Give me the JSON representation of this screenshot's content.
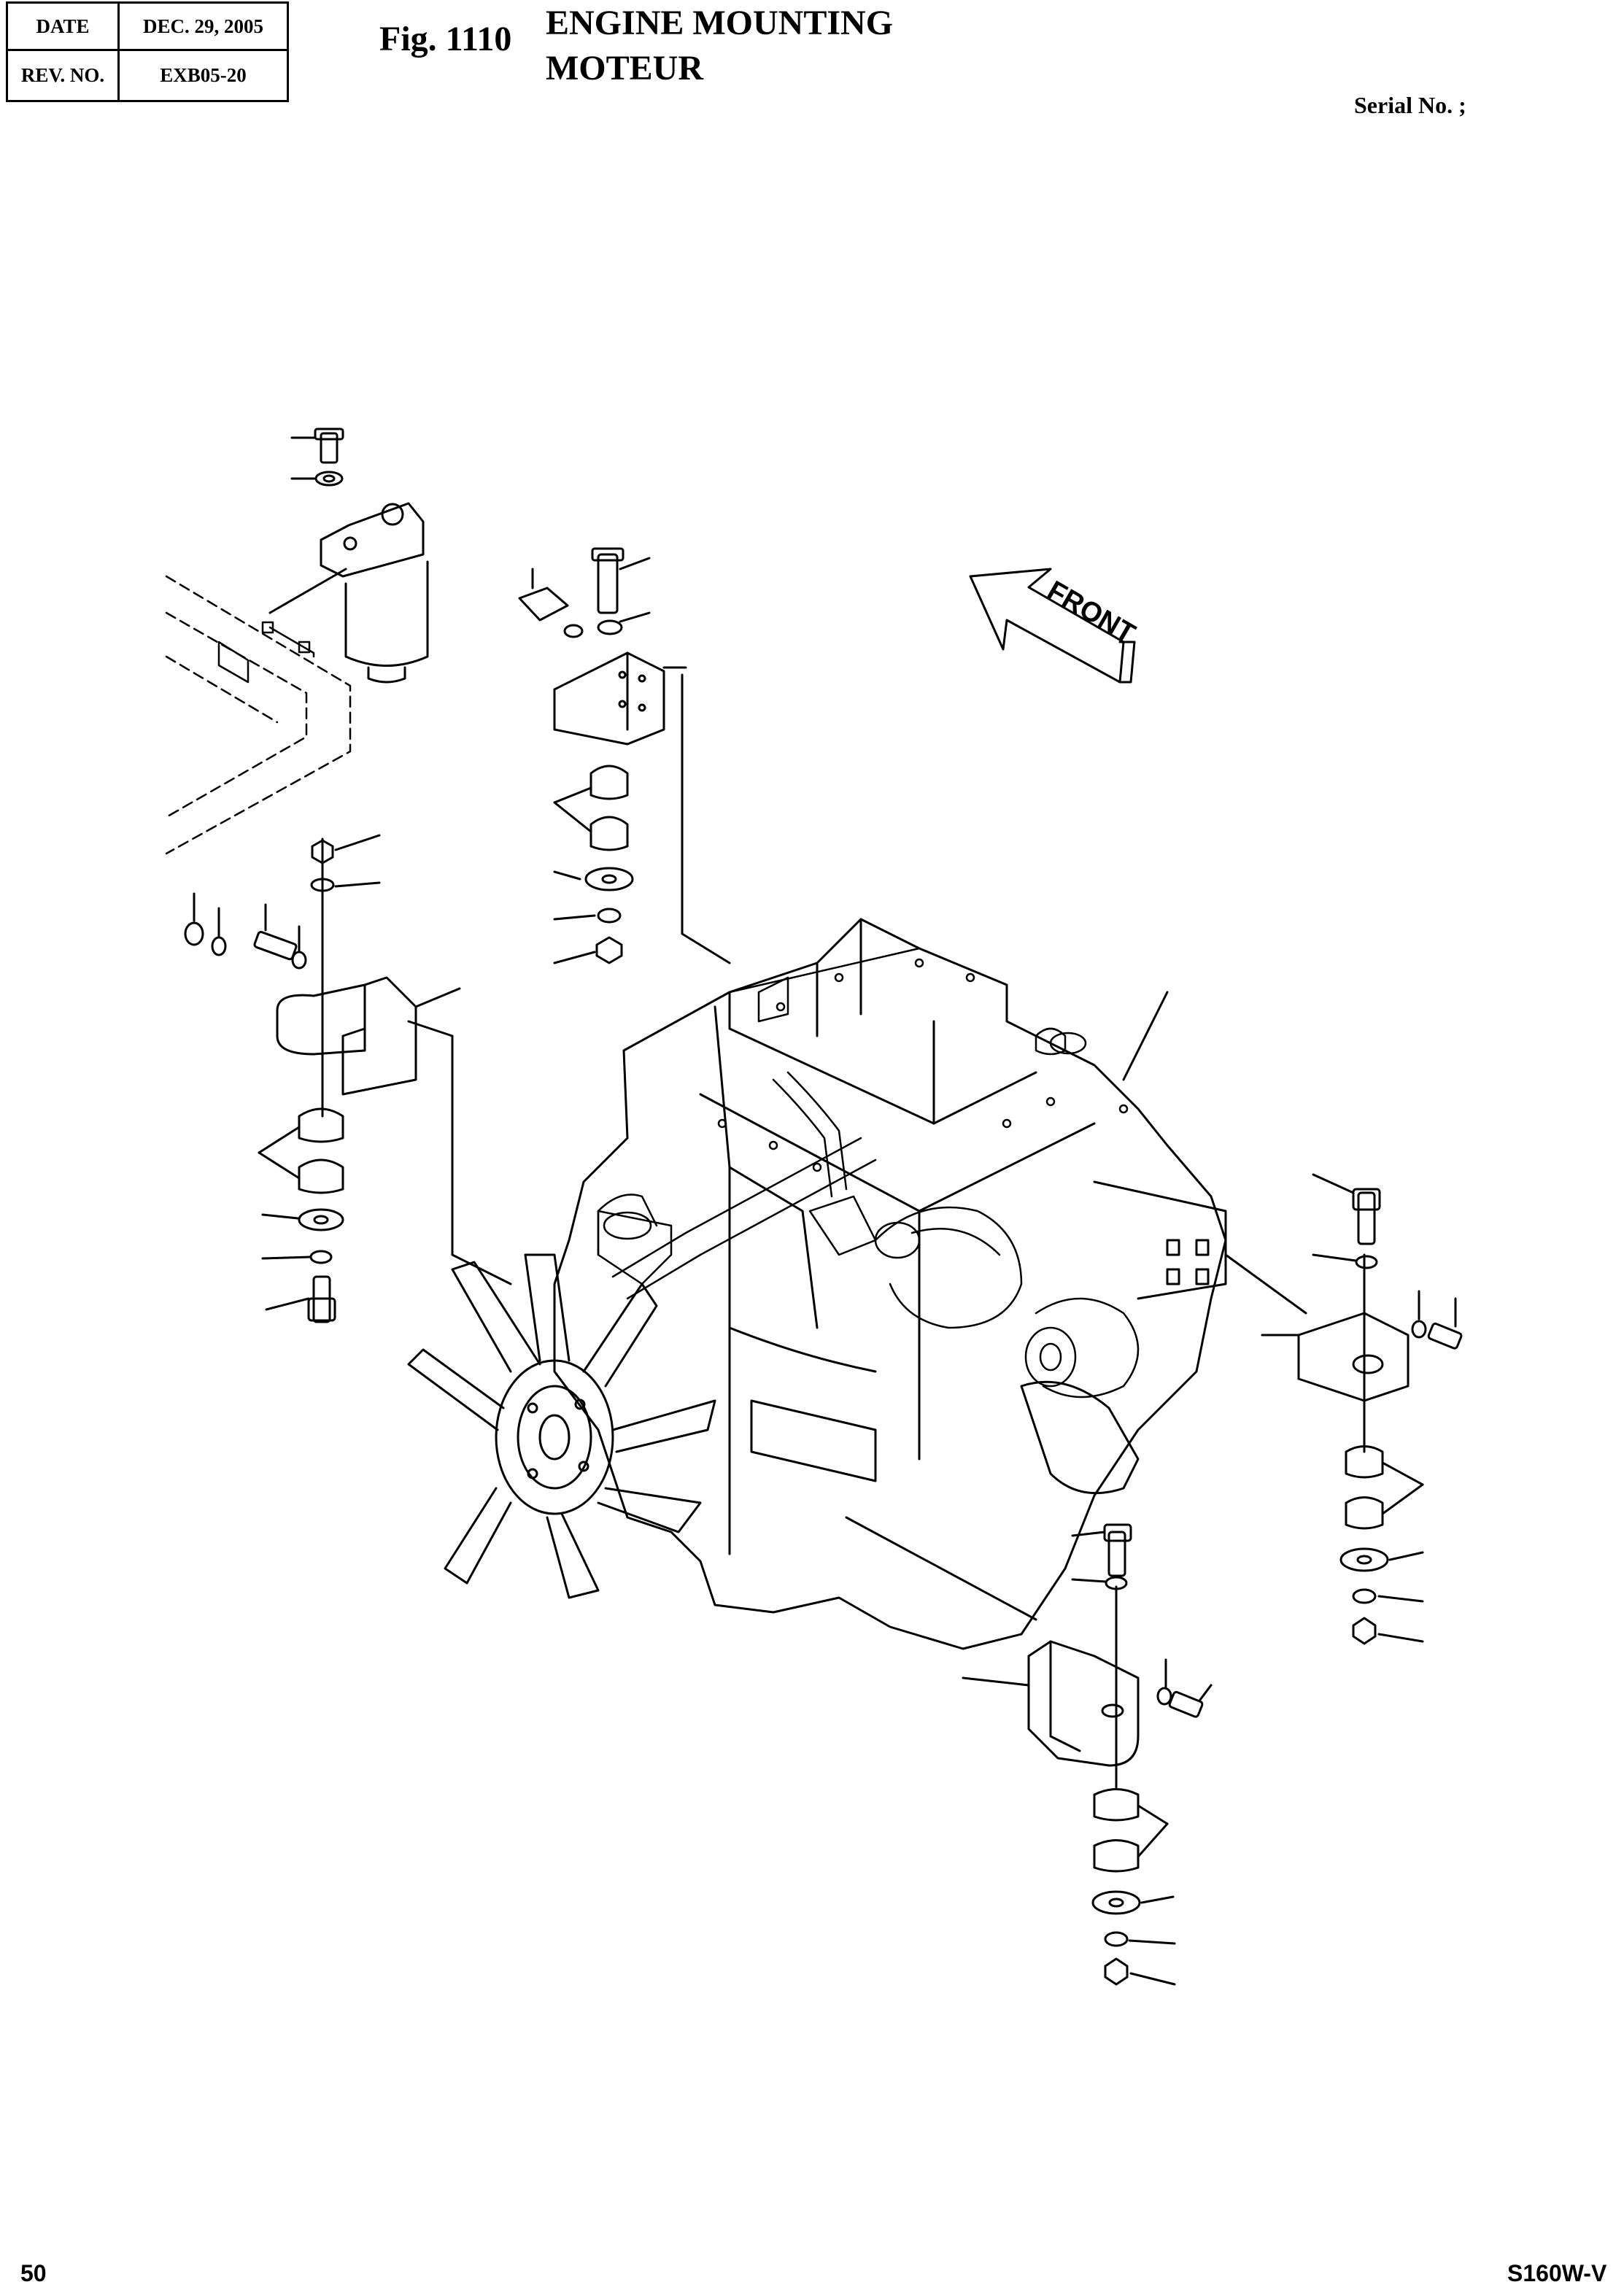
{
  "header": {
    "date_label": "DATE",
    "date_value": "DEC. 29, 2005",
    "rev_label": "REV. NO.",
    "rev_value": "EXB05-20"
  },
  "figure": {
    "number": "Fig. 1110",
    "title_en": "ENGINE MOUNTING",
    "title_fr": "MOTEUR"
  },
  "serial_label": "Serial No. ;",
  "front_label": "FRONT",
  "footer": {
    "page_number": "50",
    "model": "S160W-V"
  }
}
